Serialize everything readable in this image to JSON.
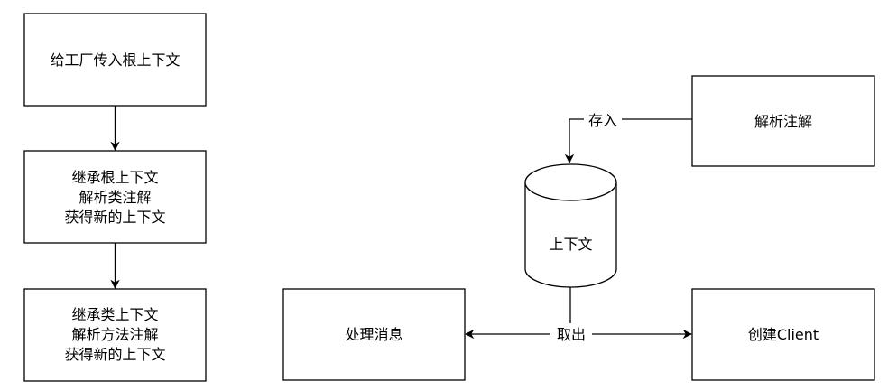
{
  "diagram": {
    "left_flow": {
      "step1": {
        "line1": "给工厂传入根上下文"
      },
      "step2": {
        "line1": "继承根上下文",
        "line2": "解析类注解",
        "line3": "获得新的上下文"
      },
      "step3": {
        "line1": "继承类上下文",
        "line2": "解析方法注解",
        "line3": "获得新的上下文"
      }
    },
    "right_flow": {
      "parse_annotation": "解析注解",
      "context_store": "上下文",
      "handle_message": "处理消息",
      "create_client": "创建Client",
      "label_store": "存入",
      "label_take": "取出"
    },
    "colors": {
      "stroke": "#000000",
      "fill": "#ffffff"
    }
  }
}
